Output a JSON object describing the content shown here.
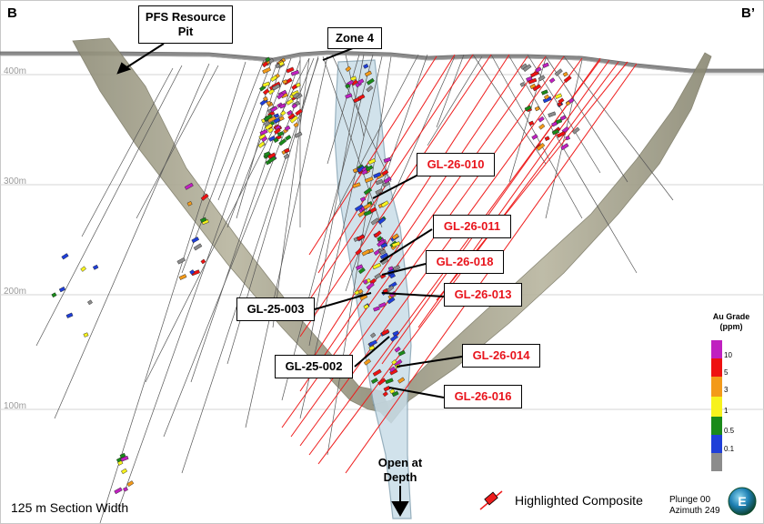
{
  "section": {
    "label_left": "B",
    "label_right": "B’",
    "elevations": [
      "400m",
      "300m",
      "200m",
      "100m"
    ],
    "width_note": "125 m Section Width",
    "open_depth": "Open at Depth",
    "zone": "Zone 4",
    "pit": "PFS Resource Pit"
  },
  "callouts_red": [
    "GL-26-010",
    "GL-26-011",
    "GL-26-018",
    "GL-26-013",
    "GL-26-014",
    "GL-26-016"
  ],
  "callouts_black": [
    "GL-25-003",
    "GL-25-002"
  ],
  "legend": {
    "title": "Au Grade (ppm)",
    "ticks": [
      "10",
      "5",
      "3",
      "1",
      "0.5",
      "0.1"
    ],
    "colors": [
      "#c020c0",
      "#ee1111",
      "#f39a1a",
      "#f7f21d",
      "#1a8a1a",
      "#1f3fd8",
      "#8c8c8c"
    ]
  },
  "highlight_legend": "Highlighted Composite",
  "orientation": {
    "plunge": "Plunge 00",
    "azimuth": "Azimuth 249"
  },
  "logo_letter": "E"
}
